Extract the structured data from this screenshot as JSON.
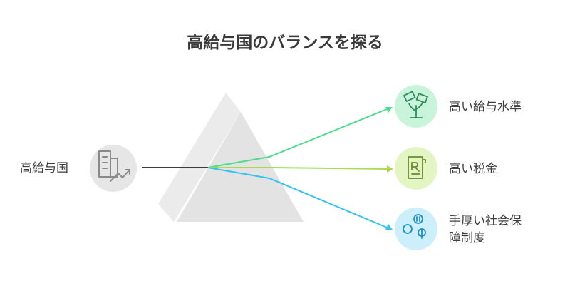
{
  "title": "高給与国のバランスを探る",
  "source": {
    "label": "高給与国",
    "icon": "growth-building-icon"
  },
  "outcomes": [
    {
      "label": "高い給与水準",
      "icon": "money-plant-icon",
      "color": "#4fdb8f",
      "bg": "#c9f4dc"
    },
    {
      "label": "高い税金",
      "icon": "tax-document-icon",
      "color": "#a8db52",
      "bg": "#e4f5c4"
    },
    {
      "label": "手厚い社会保障制度",
      "icon": "social-coins-icon",
      "color": "#32c3ef",
      "bg": "#cdeefb"
    }
  ],
  "colors": {
    "prism": "#e6e6e6",
    "source_line": "#3c3c3c"
  }
}
